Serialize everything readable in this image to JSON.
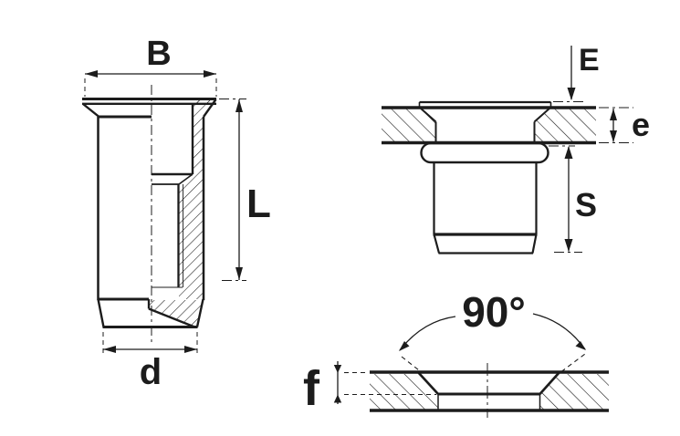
{
  "type": "technical-drawing",
  "subject": "countersunk blind rivet nut dimension drawing",
  "colors": {
    "line": "#1c1c1c",
    "background": "#ffffff"
  },
  "dims": {
    "B": "B",
    "L": "L",
    "d": "d",
    "E": "E",
    "e": "e",
    "S": "S",
    "f": "f",
    "angle": "90°"
  }
}
